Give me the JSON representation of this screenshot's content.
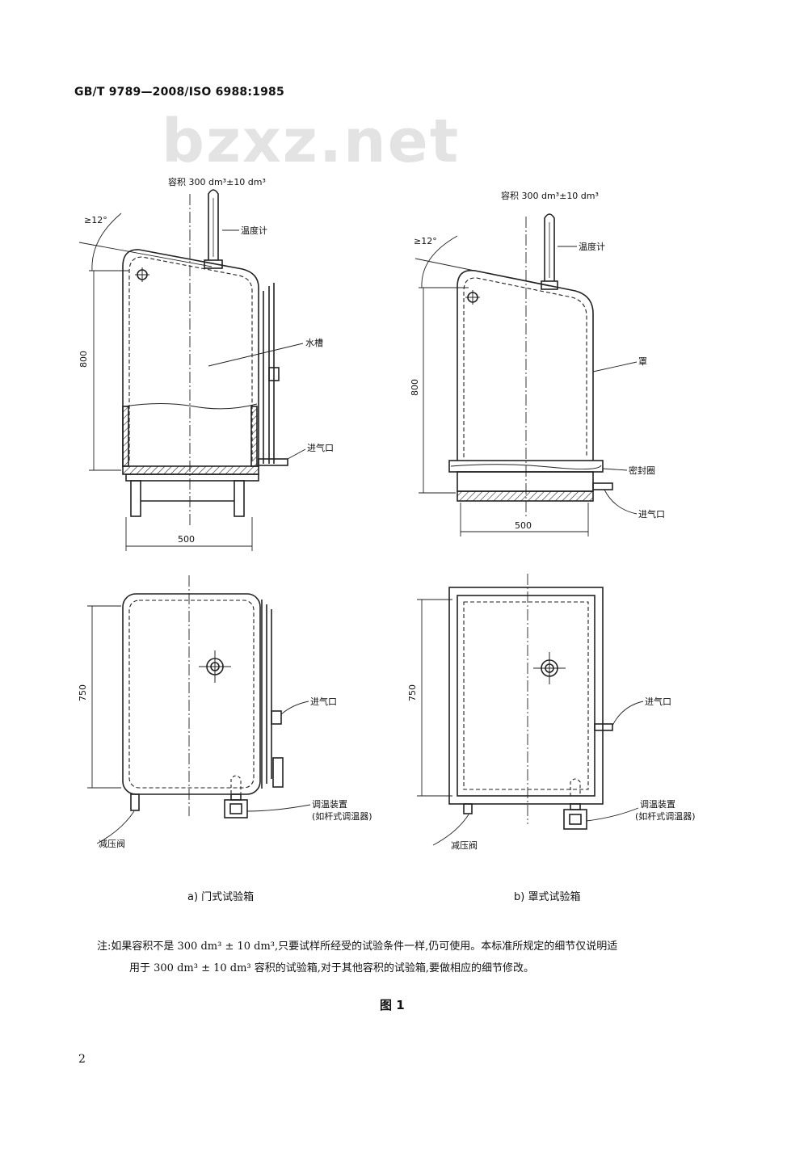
{
  "header": {
    "standard": "GB/T 9789—2008/ISO 6988:1985"
  },
  "watermark": "bzxz.net",
  "figure": {
    "panel_a": {
      "volume_label": "容积 300 dm³±10 dm³",
      "angle_label": "≥12°",
      "thermometer_label": "温度计",
      "water_tank_label": "水槽",
      "inlet_label": "进气口",
      "height_dim": "800",
      "width_dim": "500",
      "depth_dim": "750",
      "inlet_label_top": "进气口",
      "regulator_label_line1": "调温装置",
      "regulator_label_line2": "(如杆式调温器)",
      "relief_valve_label": "减压阀",
      "caption": "a) 门式试验箱"
    },
    "panel_b": {
      "volume_label": "容积 300 dm³±10 dm³",
      "angle_label": "≥12°",
      "thermometer_label": "温度计",
      "cover_label": "罩",
      "seal_label": "密封圈",
      "inlet_label": "进气口",
      "height_dim": "800",
      "width_dim": "500",
      "depth_dim": "750",
      "inlet_label_top": "进气口",
      "regulator_label_line1": "调温装置",
      "regulator_label_line2": "(如杆式调温器)",
      "relief_valve_label": "减压阀",
      "caption": "b) 罩式试验箱"
    }
  },
  "note": {
    "line1": "注:如果容积不是 300 dm³ ± 10 dm³,只要试样所经受的试验条件一样,仍可使用。本标准所规定的细节仅说明适",
    "line2": "用于 300 dm³ ± 10 dm³ 容积的试验箱,对于其他容积的试验箱,要做相应的细节修改。"
  },
  "figure_title": "图 1",
  "page_number": "2"
}
